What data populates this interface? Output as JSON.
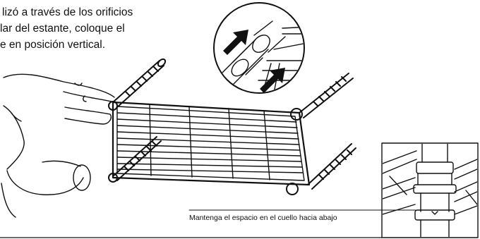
{
  "instruction": {
    "line1": "lizó a través de los orificios",
    "line2": "lar del estante, coloque el",
    "line3": "e en posición vertical."
  },
  "note": "Mantenga el espacio en el cuello hacia abajo"
}
